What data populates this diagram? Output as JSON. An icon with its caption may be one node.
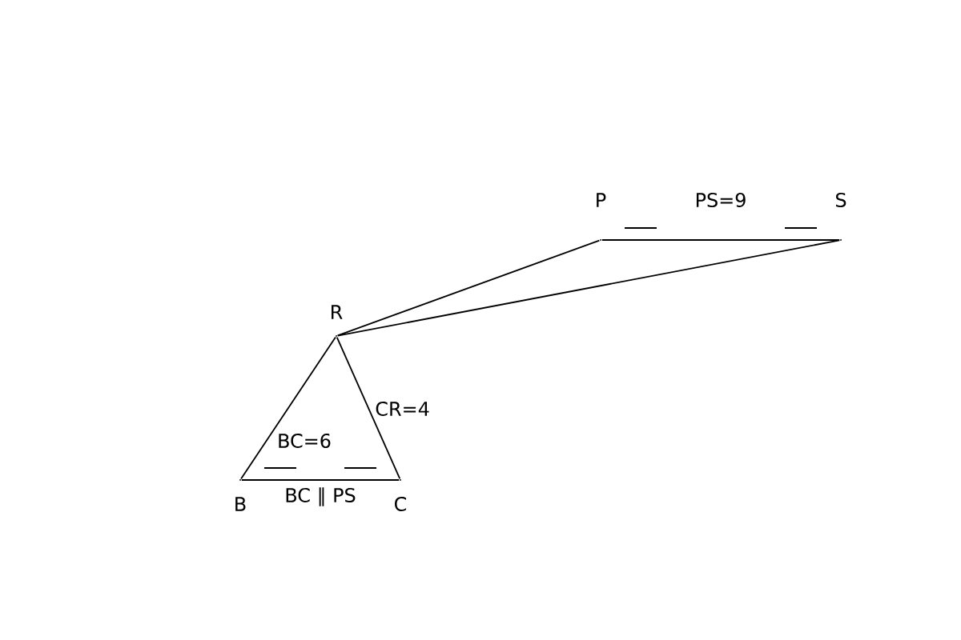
{
  "diagram": {
    "nodes": [
      {
        "text": [],
        "shape": "point",
        "beside": [
          "P"
        ]
      },
      {
        "text": [],
        "shape": "point",
        "beside": [
          "S"
        ]
      },
      {
        "text": [],
        "shape": "point",
        "beside": [
          "R"
        ]
      },
      {
        "text": [],
        "shape": "point",
        "beside": [
          "B"
        ]
      },
      {
        "text": [],
        "shape": "point",
        "beside": [
          "C"
        ]
      }
    ],
    "edges": [
      {
        "from": 0,
        "to": 1,
        "arrow": "none"
      },
      {
        "from": 2,
        "to": 0,
        "arrow": "none"
      },
      {
        "from": 2,
        "to": 1,
        "arrow": "none"
      },
      {
        "from": 2,
        "to": 3,
        "arrow": "none"
      },
      {
        "from": 2,
        "to": 4,
        "arrow": "none"
      },
      {
        "from": 3,
        "to": 4,
        "arrow": "none"
      }
    ],
    "labels": [
      "PS=9",
      "CR=4",
      "BC=6",
      "BC ∥ PS"
    ]
  }
}
